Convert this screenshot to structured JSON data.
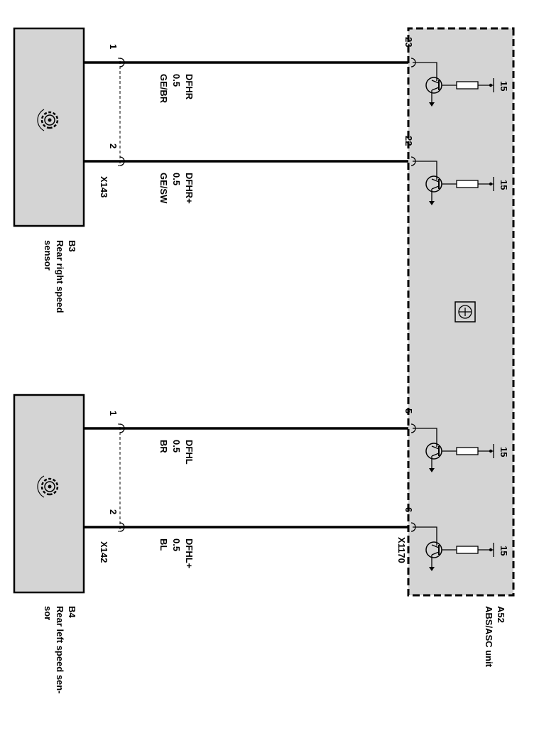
{
  "sensors": [
    {
      "id": "B3",
      "name": "Rear right speed sensor",
      "name_lines": [
        "Rear right speed",
        "sensor"
      ],
      "connector": "X143",
      "pins": [
        {
          "pin": "1",
          "signal": "DFHR",
          "size": "0.5",
          "color": "GE/BR",
          "ecu_pin": "23"
        },
        {
          "pin": "2",
          "signal": "DFHR+",
          "size": "0.5",
          "color": "GE/SW",
          "ecu_pin": "22"
        }
      ]
    },
    {
      "id": "B4",
      "name": "Rear left speed sensor",
      "name_lines": [
        "Rear left speed sen-",
        "sor"
      ],
      "connector": "X142",
      "pins": [
        {
          "pin": "1",
          "signal": "DFHL",
          "size": "0.5",
          "color": "BR",
          "ecu_pin": "5"
        },
        {
          "pin": "2",
          "signal": "DFHL+",
          "size": "0.5",
          "color": "BL",
          "ecu_pin": "6"
        }
      ]
    }
  ],
  "ecu": {
    "id": "A52",
    "name": "ABS/ASC unit",
    "connector": "X1170",
    "supply_terminal": "15"
  },
  "colors": {
    "component_fill": "#d4d4d4",
    "wire": "#000000"
  }
}
